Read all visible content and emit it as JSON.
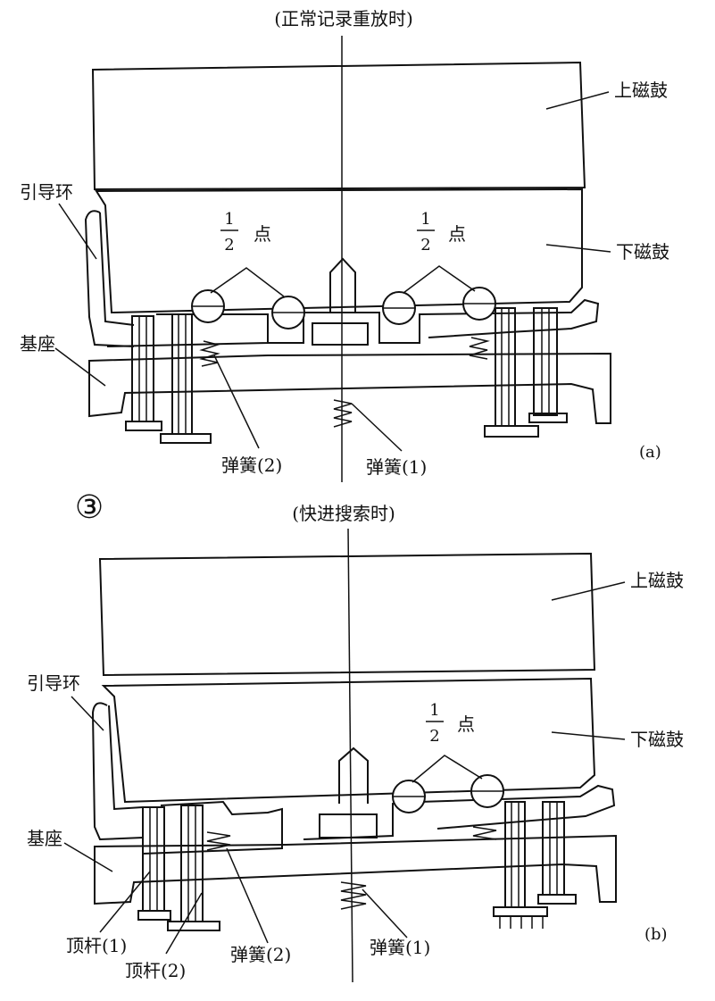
{
  "panel_a": {
    "title": "(正常记录重放时)",
    "upper_drum": "上磁鼓",
    "lower_drum": "下磁鼓",
    "guide_ring": "引导环",
    "base": "基座",
    "half_point_num_left": "1",
    "half_point_den_left": "2",
    "half_point_word_left": "点",
    "half_point_num_right": "1",
    "half_point_den_right": "2",
    "half_point_word_right": "点",
    "spring_2": "弹簧(2)",
    "spring_1": "弹簧(1)",
    "tag": "(a)"
  },
  "circle_num": "③",
  "panel_b": {
    "title": "(快进搜索时)",
    "upper_drum": "上磁鼓",
    "lower_drum": "下磁鼓",
    "guide_ring": "引导环",
    "base": "基座",
    "half_point_num": "1",
    "half_point_den": "2",
    "half_point_word": "点",
    "push_rod_1": "顶杆(1)",
    "push_rod_2": "顶杆(2)",
    "spring_2": "弹簧(2)",
    "spring_1": "弹簧(1)",
    "tag": "(b)"
  }
}
